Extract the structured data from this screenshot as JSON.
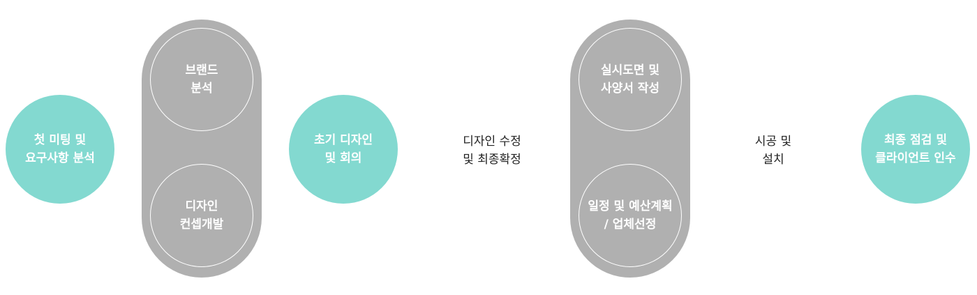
{
  "steps": {
    "step1": {
      "line1": "첫 미팅 및",
      "line2": "요구사항 분석"
    },
    "step2a": {
      "line1": "브랜드",
      "line2": "분석"
    },
    "step2b": {
      "line1": "디자인",
      "line2": "컨셉개발"
    },
    "step3": {
      "line1": "초기 디자인",
      "line2": "및 회의"
    },
    "step4": {
      "line1": "디자인 수정",
      "line2": "및 최종확정"
    },
    "step5a": {
      "line1": "실시도면 및",
      "line2": "사양서 작성"
    },
    "step5b": {
      "line1": "일정 및 예산계획",
      "line2": "/ 업체선정"
    },
    "step6": {
      "line1": "시공 및",
      "line2": "설치"
    },
    "step7": {
      "line1": "최종 점검 및",
      "line2": "클라이언트 인수"
    }
  },
  "colors": {
    "teal": "#83d9d0",
    "gray": "#b0b0b0",
    "text": "#222222"
  }
}
